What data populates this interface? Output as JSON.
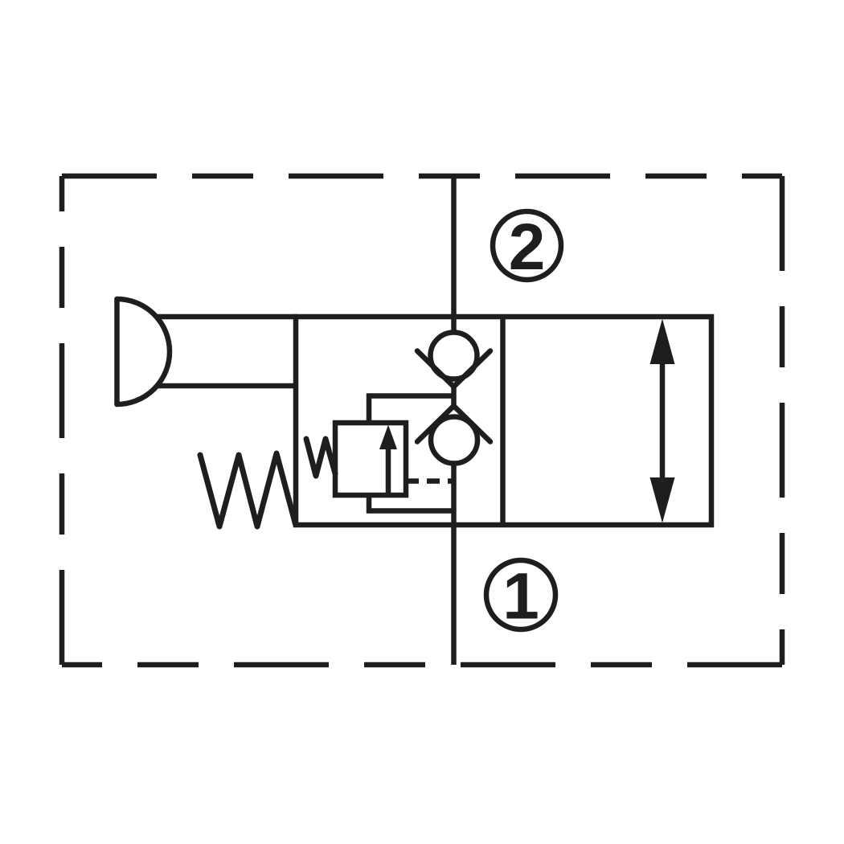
{
  "diagram": {
    "ports": {
      "top": {
        "label": "2"
      },
      "bottom": {
        "label": "1"
      }
    },
    "colors": {
      "line": "#1f1d1e",
      "background": "#ffffff"
    },
    "icons": {
      "envelope": "dashed-envelope-border",
      "manual_release": "manual-plunger-icon",
      "main_spring": "main-spring-icon",
      "pilot_spring": "pilot-spring-icon",
      "check_top": "check-valve-top-icon",
      "check_bottom": "check-valve-bottom-icon",
      "pilot_relief": "pilot-relief-valve-icon",
      "flow_arrow": "bidirectional-flow-arrow-icon"
    }
  }
}
